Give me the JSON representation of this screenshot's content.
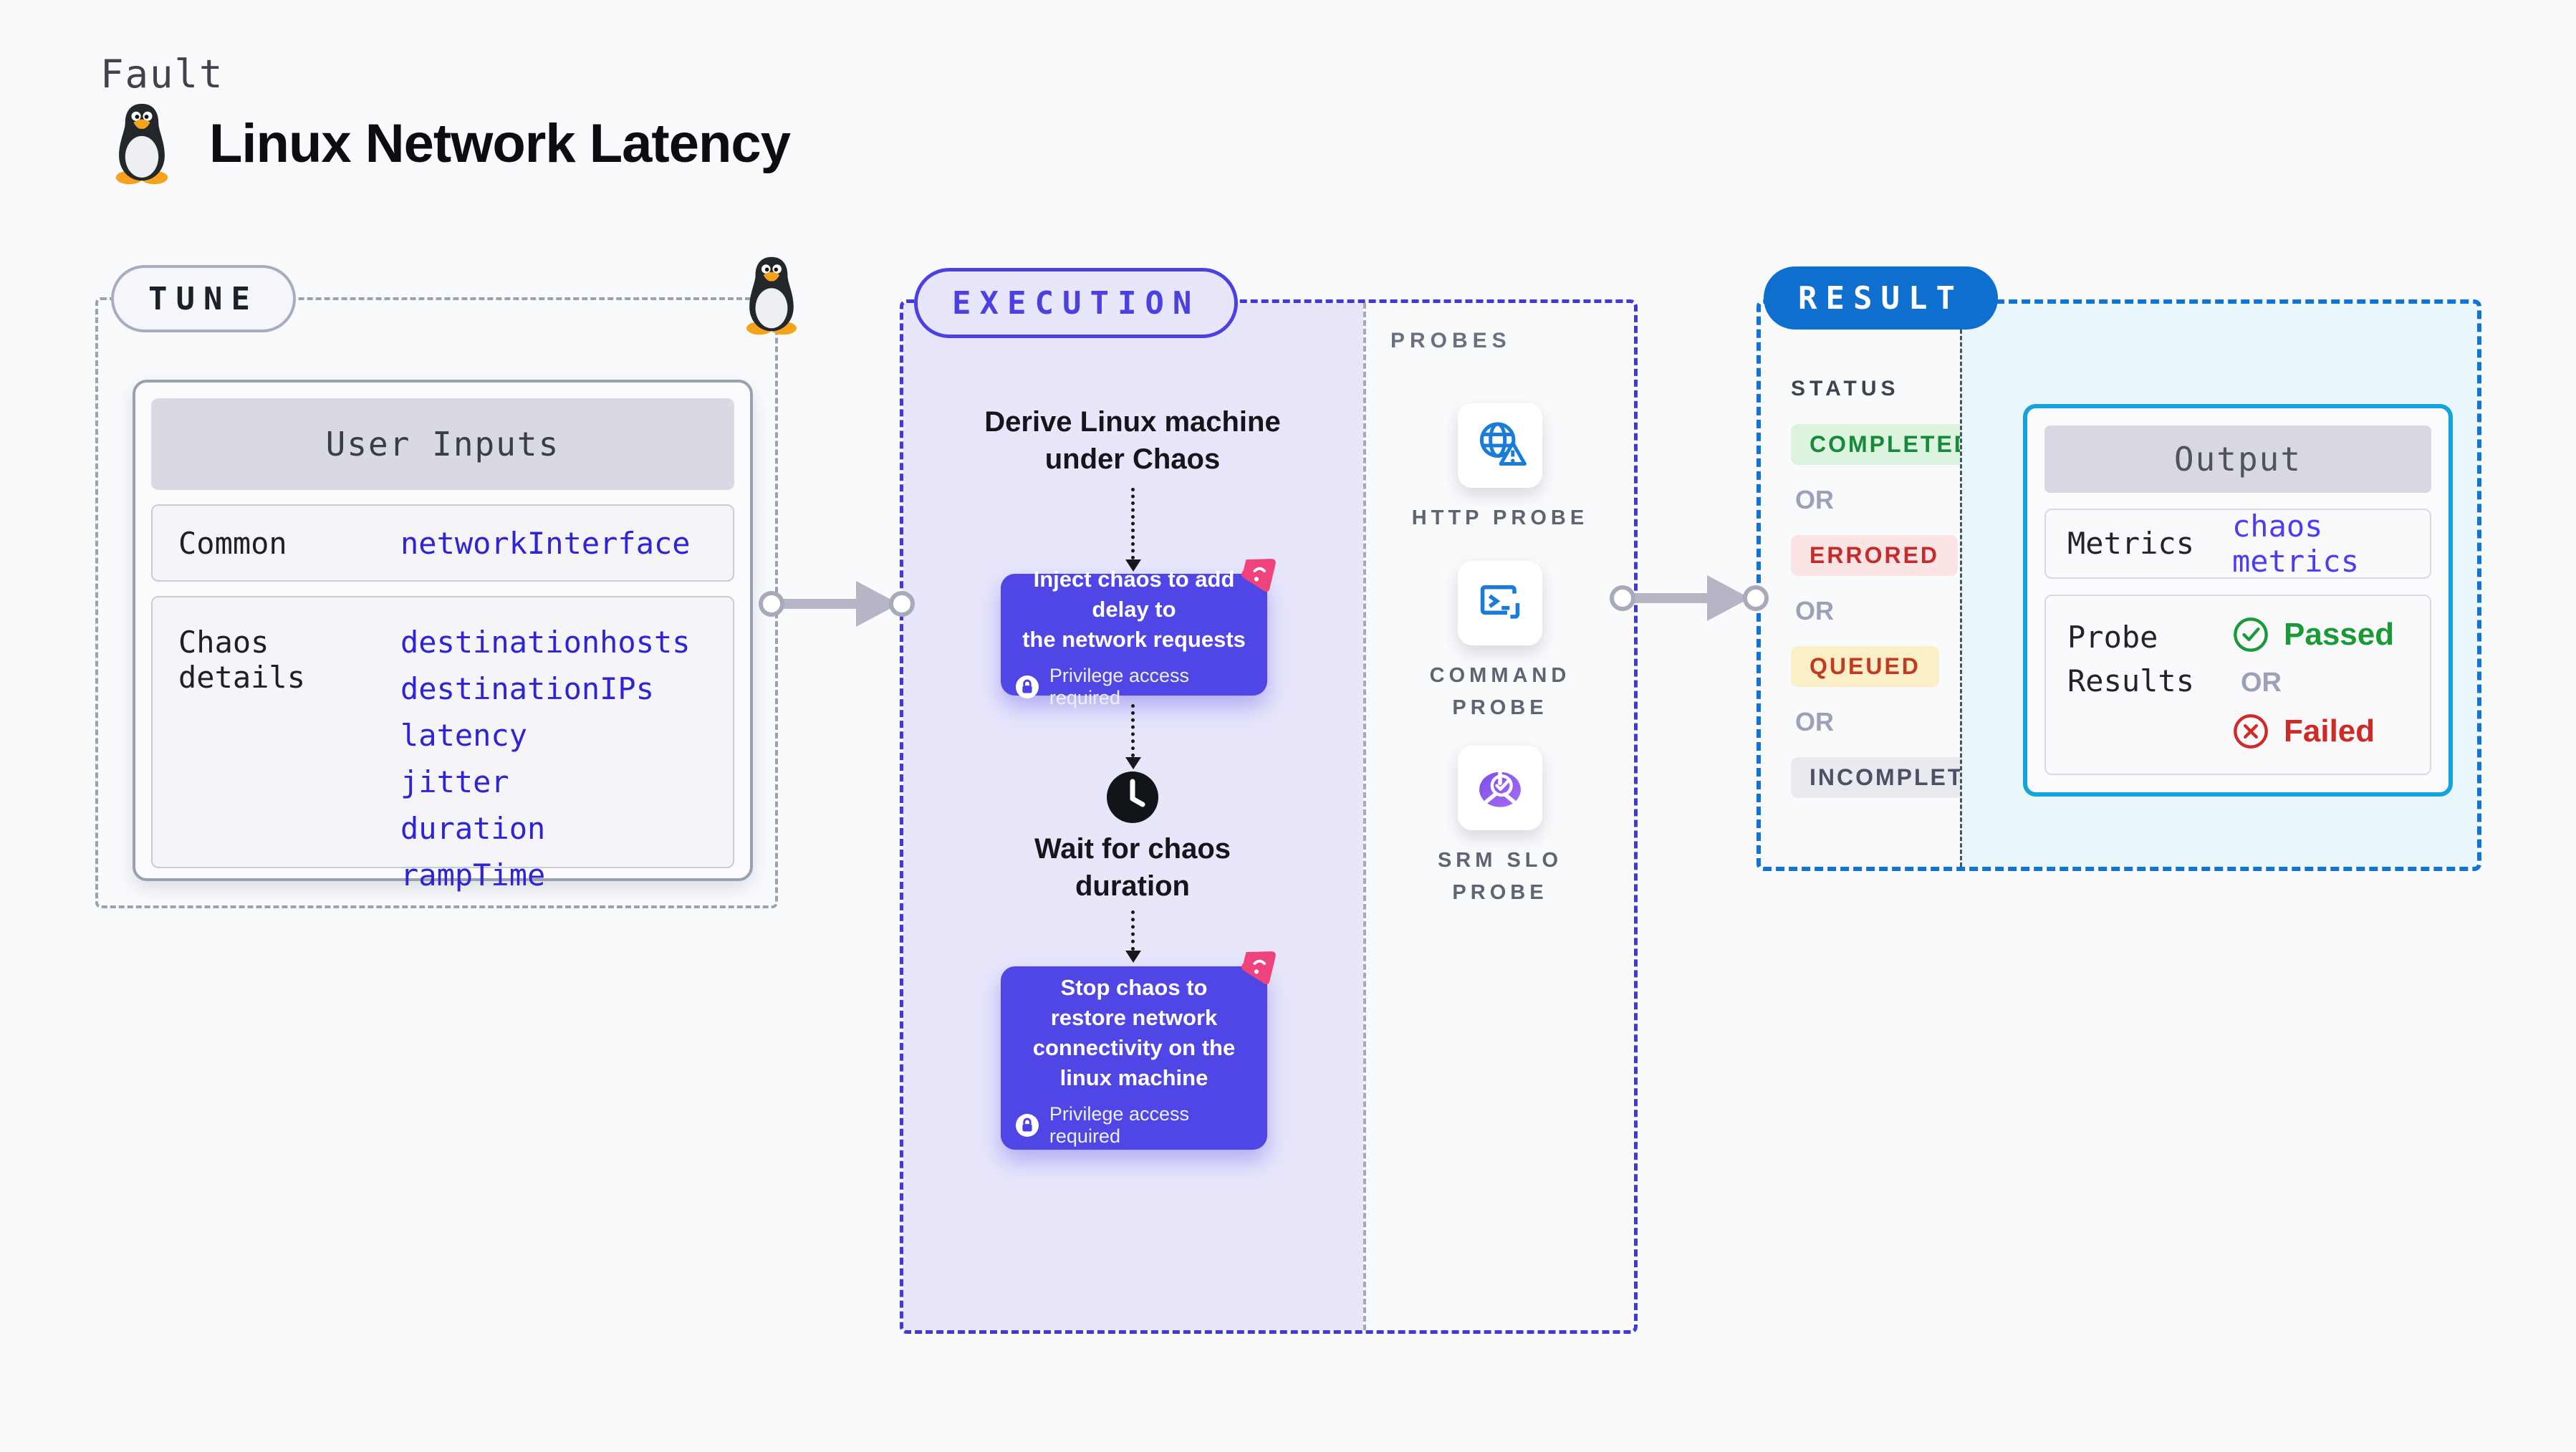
{
  "page": {
    "fault_label": "Fault",
    "title": "Linux Network Latency"
  },
  "tune": {
    "badge": "TUNE",
    "user_inputs": {
      "header": "User Inputs",
      "common_label": "Common",
      "common_value": "networkInterface",
      "chaos_label": "Chaos details",
      "chaos_values": [
        "destinationhosts",
        "destinationIPs",
        "latency",
        "jitter",
        "duration",
        "rampTime"
      ]
    }
  },
  "execution": {
    "badge": "EXECUTION",
    "step_derive": "Derive Linux machine\nunder Chaos",
    "card_inject": "Inject chaos to add delay to\nthe network requests",
    "step_wait": "Wait for chaos\nduration",
    "card_stop": "Stop chaos to\nrestore network\nconnectivity on the\nlinux machine",
    "privilege_note": "Privilege access required"
  },
  "probes": {
    "label": "PROBES",
    "items": [
      {
        "label": "HTTP PROBE",
        "icon": "globe-alert-icon"
      },
      {
        "label": "COMMAND PROBE",
        "icon": "terminal-icon"
      },
      {
        "label": "SRM SLO PROBE",
        "icon": "pie-check-icon"
      }
    ]
  },
  "result": {
    "badge": "RESULT",
    "status_label": "STATUS",
    "or_label": "OR",
    "statuses": [
      {
        "label": "COMPLETED",
        "text_color": "#168A38",
        "bg": "#DCF3DF"
      },
      {
        "label": "ERRORED",
        "text_color": "#C42B2B",
        "bg": "#FBE4E4"
      },
      {
        "label": "QUEUED",
        "text_color": "#C23A20",
        "bg": "#FAEFC7"
      },
      {
        "label": "INCOMPLETED",
        "text_color": "#4E4F63",
        "bg": "#E9E9F0"
      }
    ],
    "output": {
      "header": "Output",
      "metrics_label": "Metrics",
      "metrics_value": "chaos metrics",
      "probe_results_label": "Probe Results",
      "passed_label": "Passed",
      "failed_label": "Failed"
    }
  },
  "colors": {
    "indigo": "#4F46E5",
    "indigo_fill": "#E7E6FB",
    "blue_result": "#0E6FCE",
    "cyan_border": "#14A3DC",
    "cyan_fill": "#E9F6FC",
    "pink": "#F0437B",
    "green": "#189A36",
    "red": "#CE2B26",
    "value_blue": "#2F23D6",
    "arrow_gray": "#B5B5C5"
  }
}
